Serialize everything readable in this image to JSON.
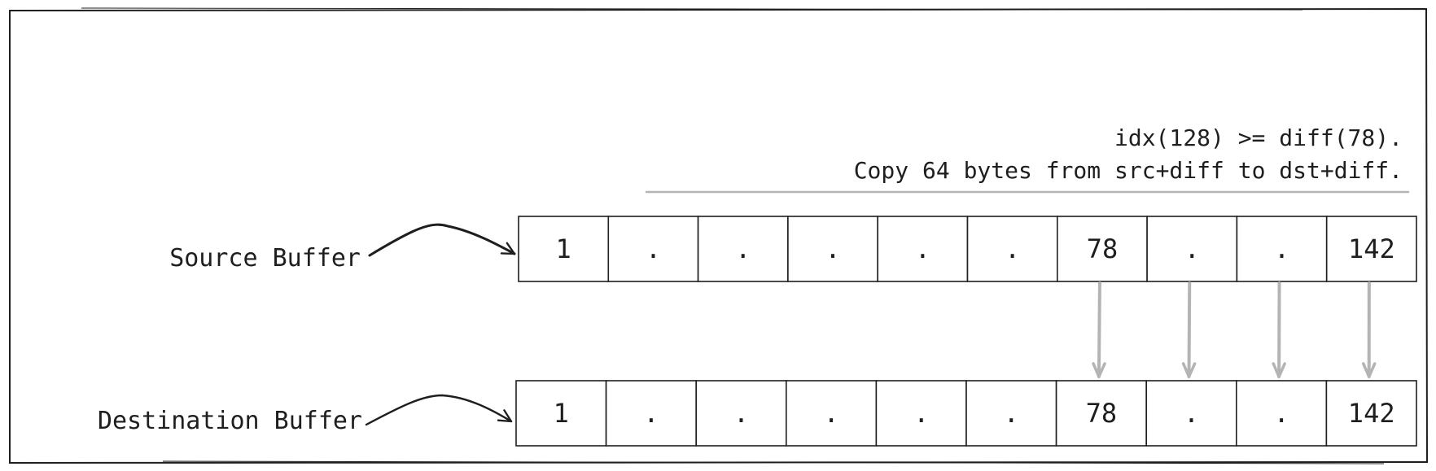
{
  "note": {
    "line1": "idx(128) >= diff(78).",
    "line2": "Copy 64 bytes from src+diff to dst+diff."
  },
  "source_buffer": {
    "label": "Source Buffer",
    "cells": [
      "1",
      ".",
      ".",
      ".",
      ".",
      ".",
      "78",
      ".",
      ".",
      "142"
    ]
  },
  "destination_buffer": {
    "label": "Destination Buffer",
    "cells": [
      "1",
      ".",
      ".",
      ".",
      ".",
      ".",
      "78",
      ".",
      ".",
      "142"
    ]
  },
  "copy_arrows": {
    "from_cell_indices": [
      6,
      7,
      8,
      9
    ]
  },
  "colors": {
    "ink": "#1e1e1e",
    "arrow_gray": "#b4b4b4",
    "background": "#ffffff"
  }
}
